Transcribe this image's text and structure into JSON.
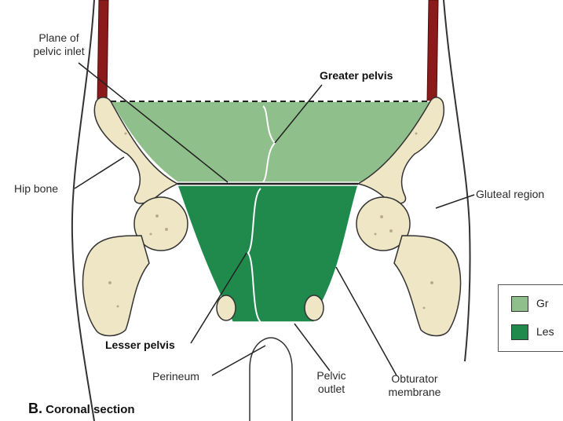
{
  "labels": {
    "plane_of_pelvic_inlet": [
      "Plane of",
      "pelvic inlet"
    ],
    "greater_pelvis": "Greater pelvis",
    "hip_bone": "Hip bone",
    "gluteal_region": "Gluteal region",
    "lesser_pelvis": "Lesser pelvis",
    "perineum": "Perineum",
    "pelvic_outlet": [
      "Pelvic",
      "outlet"
    ],
    "obturator_membrane": [
      "Obturator",
      "membrane"
    ]
  },
  "caption": {
    "letter": "B.",
    "text": "Coronal section"
  },
  "legend": {
    "items": [
      {
        "label": "Gr",
        "color": "#8fbf8a"
      },
      {
        "label": "Les",
        "color": "#1f8a4c"
      }
    ]
  },
  "colors": {
    "greater_pelvis": "#8fbf8a",
    "lesser_pelvis": "#1f8a4c",
    "bone": "#efe6c6",
    "vessel": "#8b1a1a"
  }
}
